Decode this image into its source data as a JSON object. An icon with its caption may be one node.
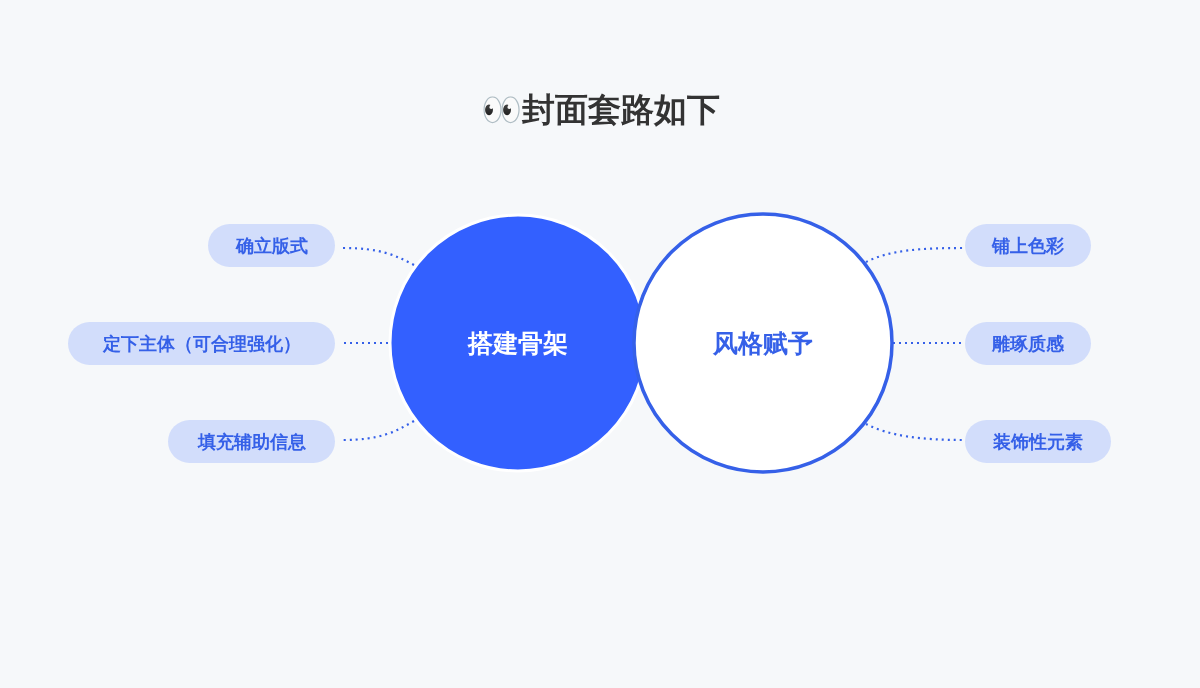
{
  "diagram": {
    "title": "👀封面套路如下",
    "nodes": [
      {
        "text": [
          "搭建骨架"
        ]
      },
      {
        "text": [
          "风格赋予"
        ]
      },
      {
        "text": [
          "确立版式"
        ]
      },
      {
        "text": [
          "定下主体（可合理强化）"
        ]
      },
      {
        "text": [
          "填充辅助信息"
        ]
      },
      {
        "text": [
          "铺上色彩"
        ]
      },
      {
        "text": [
          "雕琢质感"
        ]
      },
      {
        "text": [
          "装饰性元素"
        ]
      }
    ],
    "edges": [
      {
        "from": 0,
        "to": 2,
        "arrow": "none",
        "style": "dashed"
      },
      {
        "from": 0,
        "to": 3,
        "arrow": "none",
        "style": "dashed"
      },
      {
        "from": 0,
        "to": 4,
        "arrow": "none",
        "style": "dashed"
      },
      {
        "from": 1,
        "to": 5,
        "arrow": "none",
        "style": "dashed"
      },
      {
        "from": 1,
        "to": 6,
        "arrow": "none",
        "style": "dashed"
      },
      {
        "from": 1,
        "to": 7,
        "arrow": "none",
        "style": "dashed"
      }
    ]
  }
}
